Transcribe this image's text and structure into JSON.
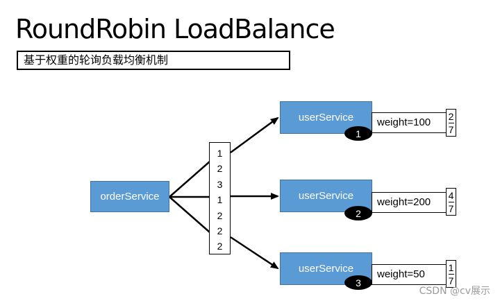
{
  "title": "RoundRobin LoadBalance",
  "subtitle": "基于权重的轮询负载均衡机制",
  "source": {
    "label": "orderService"
  },
  "sequence": [
    "1",
    "2",
    "3",
    "1",
    "2",
    "2",
    "2"
  ],
  "targets": [
    {
      "label": "userService",
      "badge": "1",
      "weight": "weight=100",
      "numerator": "2",
      "denominator": "7"
    },
    {
      "label": "userService",
      "badge": "2",
      "weight": "weight=200",
      "numerator": "4",
      "denominator": "7"
    },
    {
      "label": "userService",
      "badge": "3",
      "weight": "weight=50",
      "numerator": "1",
      "denominator": "7"
    }
  ],
  "watermark": "CSDN @cv展示",
  "colors": {
    "service_fill": "#5b9bd5",
    "service_border": "#41719c",
    "badge": "#000000"
  }
}
